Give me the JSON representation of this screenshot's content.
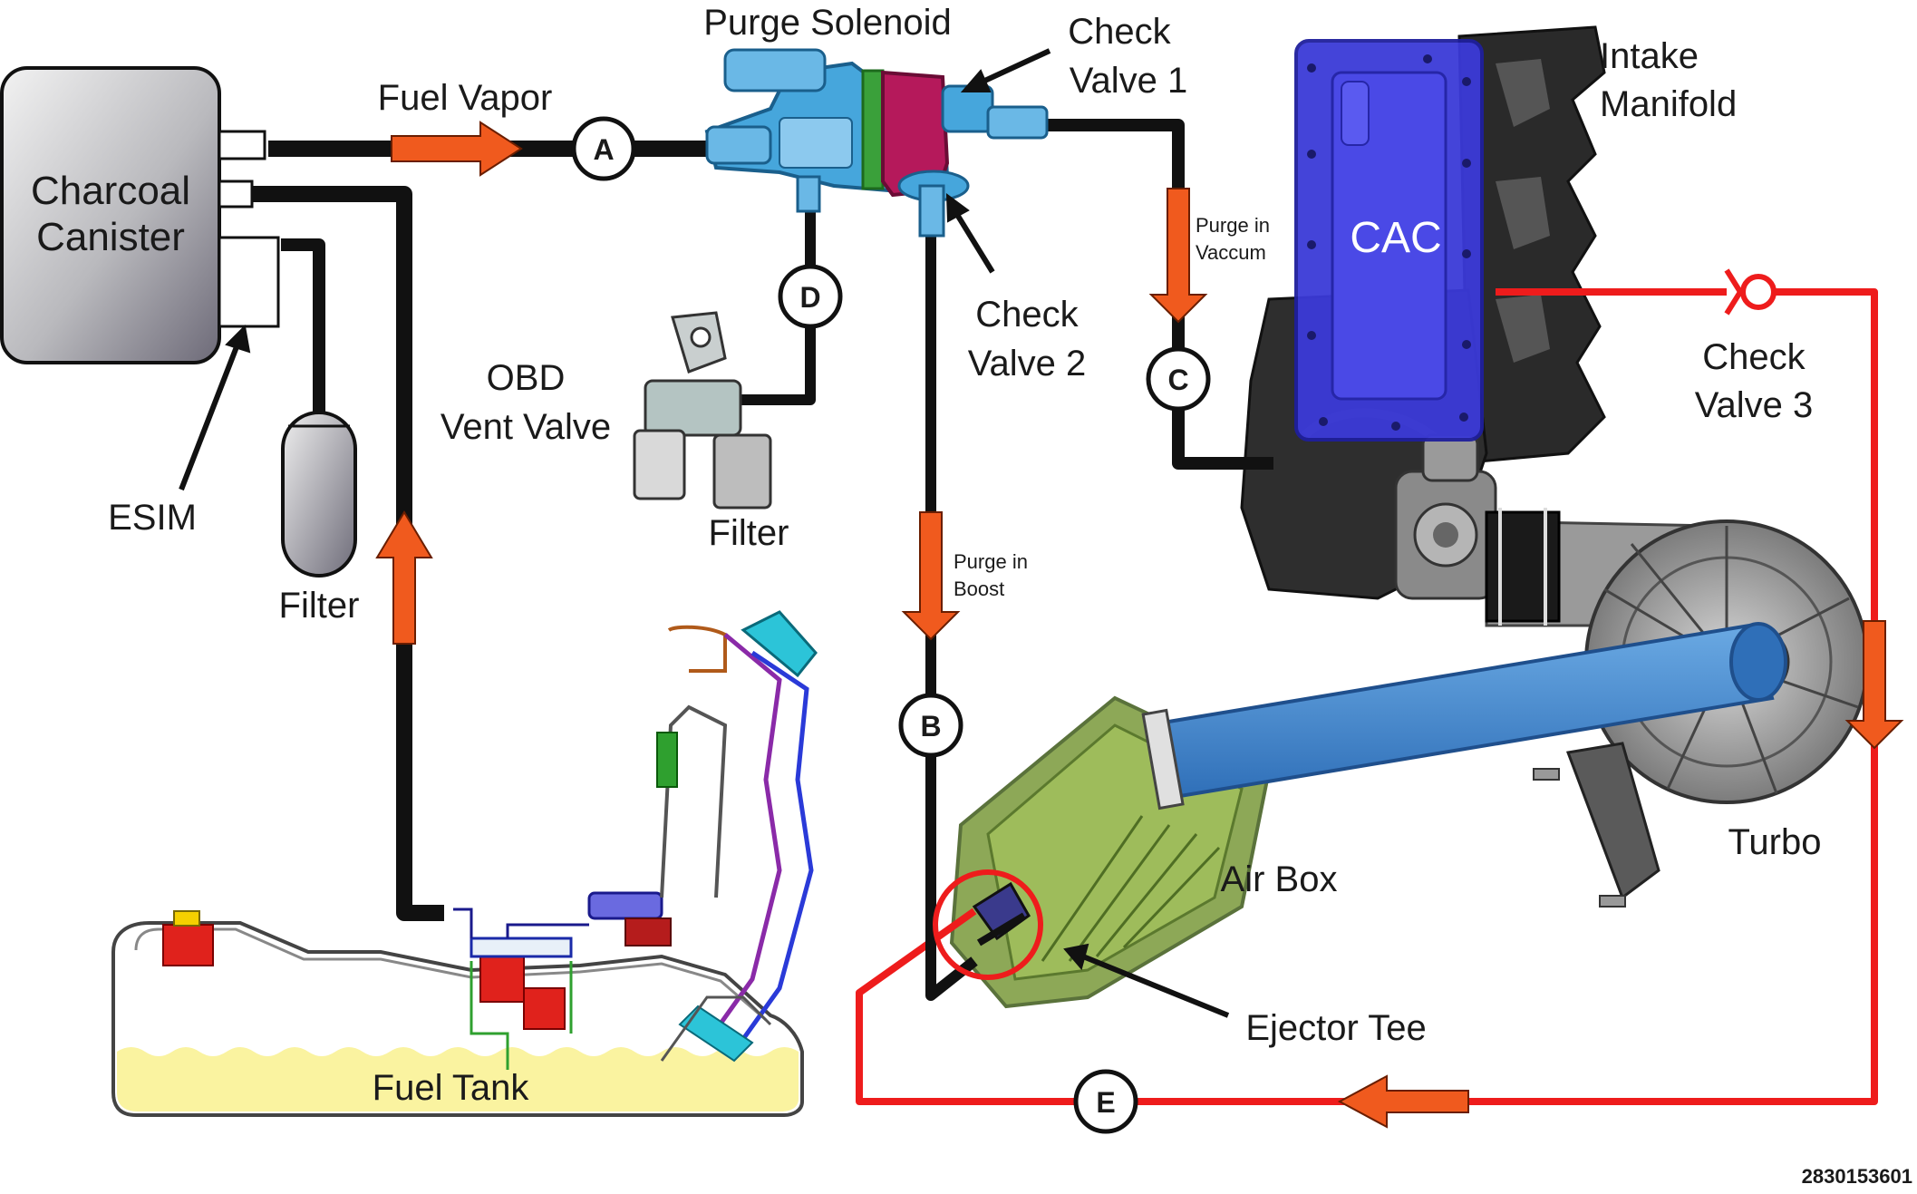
{
  "labels": {
    "purge_solenoid": "Purge Solenoid",
    "check_valve_1": [
      "Check",
      "Valve 1"
    ],
    "intake_manifold": [
      "Intake",
      "Manifold"
    ],
    "charcoal_canister": [
      "Charcoal",
      "Canister"
    ],
    "fuel_vapor": "Fuel Vapor",
    "esim": "ESIM",
    "filter_left": "Filter",
    "obd_vent_valve": [
      "OBD",
      "Vent Valve"
    ],
    "filter_obd": "Filter",
    "check_valve_2": [
      "Check",
      "Valve 2"
    ],
    "purge_in_vaccum": [
      "Purge in",
      "Vaccum"
    ],
    "purge_in_boost": [
      "Purge in",
      "Boost"
    ],
    "cac": "CAC",
    "check_valve_3": [
      "Check",
      "Valve 3"
    ],
    "turbo": "Turbo",
    "air_box": "Air Box",
    "ejector_tee": "Ejector Tee",
    "fuel_tank": "Fuel Tank",
    "figure_id": "2830153601"
  },
  "junctions": [
    "A",
    "B",
    "C",
    "D",
    "E"
  ],
  "colors": {
    "vacuum_line": "#111111",
    "boost_line": "#ee1c1c",
    "flow_arrow": "#f05a1e",
    "solenoid_blue": "#46a6dc",
    "check_valve_magenta": "#b5195b",
    "cac_blue": "#3b3ad8",
    "fuel": "#faf3a0",
    "duct_blue": "#4b8fd4",
    "air_box_green": "#7a9a3a"
  }
}
